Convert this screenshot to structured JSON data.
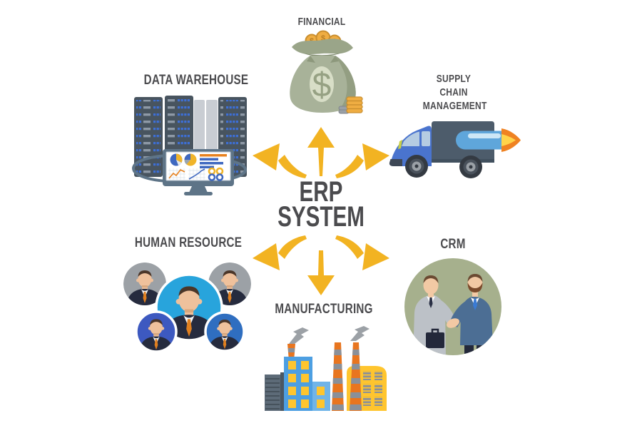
{
  "title": {
    "line1": "ERP",
    "line2": "SYSTEM"
  },
  "modules": {
    "financial": {
      "label": "FINANCIAL",
      "icon": "money-bag-icon"
    },
    "data_warehouse": {
      "label": "DATA WAREHOUSE",
      "icon": "server-monitor-icon"
    },
    "supply_chain": {
      "label": "SUPPLY CHAIN MANAGEMENT",
      "icon": "delivery-truck-icon"
    },
    "human_resource": {
      "label": "HUMAN RESOURCE",
      "icon": "team-avatars-icon"
    },
    "crm": {
      "label": "CRM",
      "icon": "handshake-icon"
    },
    "manufacturing": {
      "label": "MANUFACTURING",
      "icon": "factory-icon"
    }
  },
  "money_bag": {
    "currency_symbol": "$"
  },
  "arrows": {
    "color": "#F2B322",
    "directions": [
      "up",
      "left",
      "right",
      "down-left",
      "down",
      "down-right"
    ]
  },
  "colors": {
    "background": "#FFFFFF",
    "label_text": "#4B4B4E",
    "arrow": "#F2B322",
    "money_bag": "#A8B299",
    "coin_gold": "#EFAD42",
    "rack_dark": "#48545F",
    "rack_led_blue": "#3D6FD6",
    "truck_cab_blue": "#4A74CE",
    "truck_box": "#4D5C6B",
    "hr_center_circle": "#28A4DC",
    "hr_gray_circle": "#9CA1A6",
    "crm_circle": "#A6B08D",
    "factory_blue": "#4D9FE2",
    "factory_yellow": "#FFC52E",
    "chimney_orange": "#E8751F"
  }
}
